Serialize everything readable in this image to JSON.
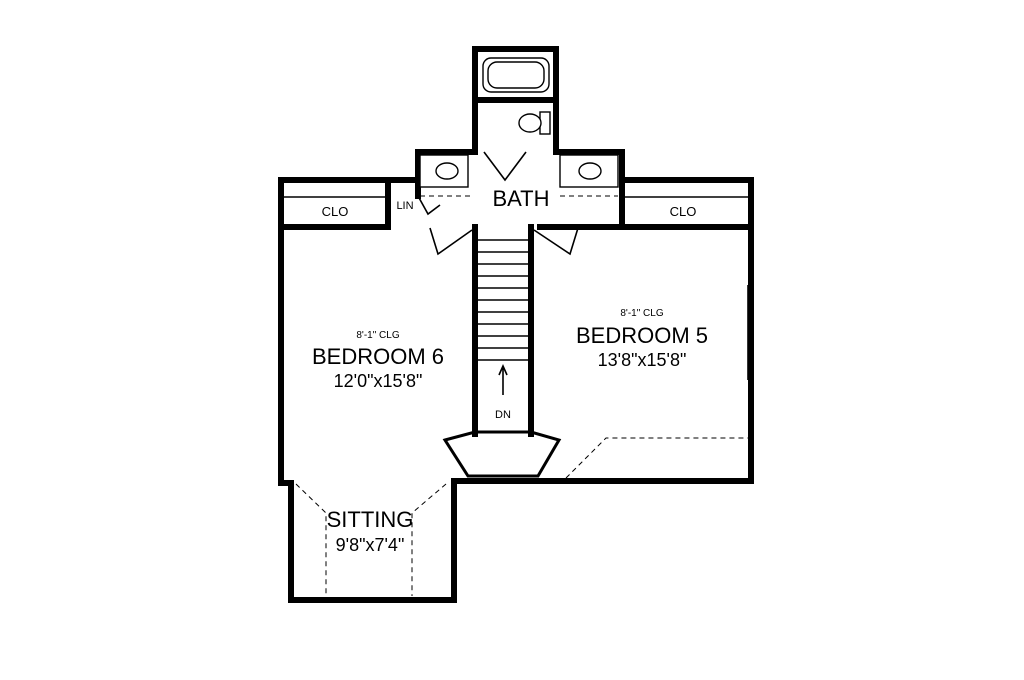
{
  "plan": {
    "rooms": {
      "bedroom6": {
        "name": "BEDROOM 6",
        "size": "12'0\"x15'8\"",
        "ceiling": "8'-1\" CLG"
      },
      "bedroom5": {
        "name": "BEDROOM 5",
        "size": "13'8\"x15'8\"",
        "ceiling": "8'-1\" CLG"
      },
      "sitting": {
        "name": "SITTING",
        "size": "9'8\"x7'4\""
      },
      "bath": {
        "name": "BATH"
      }
    },
    "labels": {
      "closet_left": "CLO",
      "closet_right": "CLO",
      "linen": "LIN",
      "stair_down": "DN"
    }
  }
}
